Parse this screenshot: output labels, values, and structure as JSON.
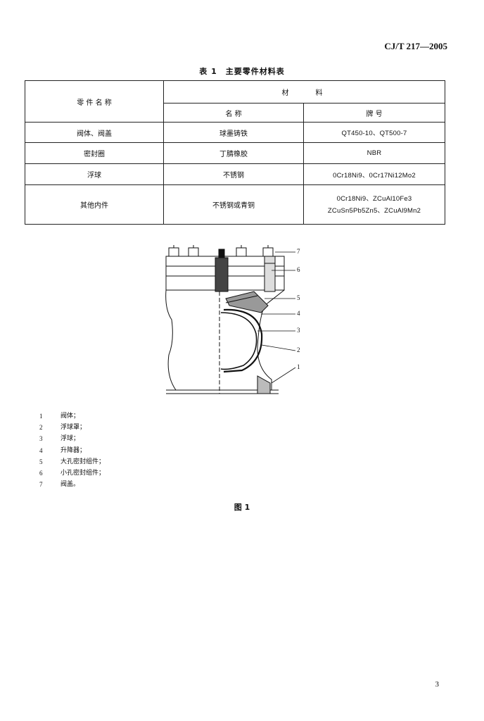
{
  "header": {
    "doc_code": "CJ/T 217—2005"
  },
  "table": {
    "caption": "表 1　主要零件材料表",
    "header": {
      "part_name": "零 件 名 称",
      "material": "材　　料",
      "name": "名 称",
      "grade": "牌 号"
    },
    "rows": [
      {
        "part": "阀体、阀盖",
        "name": "球墨铸铁",
        "grade": [
          "QT450-10、QT500-7"
        ]
      },
      {
        "part": "密封圈",
        "name": "丁腈橡胶",
        "grade": [
          "NBR"
        ]
      },
      {
        "part": "浮球",
        "name": "不锈钢",
        "grade": [
          "0Cr18Ni9、0Cr17Ni12Mo2"
        ]
      },
      {
        "part": "其他内件",
        "name": "不锈钢或青铜",
        "grade": [
          "0Cr18Ni9、ZCuAl10Fe3",
          "ZCuSn5Pb5Zn5、ZCuAl9Mn2"
        ]
      }
    ]
  },
  "figure": {
    "callouts": [
      "1",
      "2",
      "3",
      "4",
      "5",
      "6",
      "7"
    ],
    "legend": [
      {
        "num": "1",
        "label": "阀体；"
      },
      {
        "num": "2",
        "label": "浮球罩；"
      },
      {
        "num": "3",
        "label": "浮球；"
      },
      {
        "num": "4",
        "label": "升降器；"
      },
      {
        "num": "5",
        "label": "大孔密封组件；"
      },
      {
        "num": "6",
        "label": "小孔密封组件；"
      },
      {
        "num": "7",
        "label": "阀盖。"
      }
    ],
    "caption": "图 1"
  },
  "page_number": "3"
}
